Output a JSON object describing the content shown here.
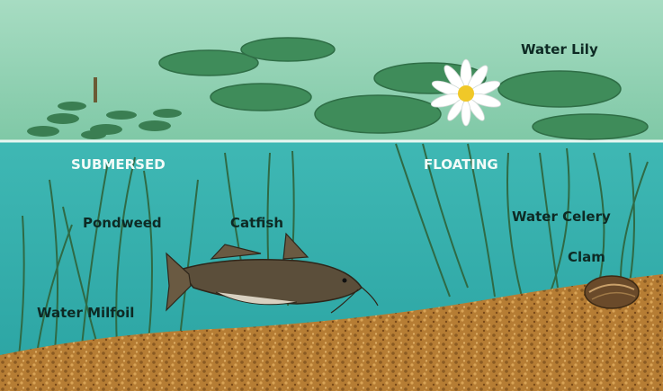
{
  "labels": {
    "water_lily": "Water Lily",
    "submersed": "SUBMERSED",
    "floating": "FLOATING",
    "pondweed": "Pondweed",
    "catfish": "Catfish",
    "water_celery": "Water Celery",
    "clam": "Clam",
    "water_milfoil": "Water Milfoil"
  },
  "colors": {
    "surface_water": "#8fd0ad",
    "deep_water": "#3fb6b4",
    "lily_pad": "#3f8c5a",
    "plant_stems": "#2f6a45",
    "mud": "#b8823a",
    "catfish": "#5b4e3a",
    "lily_flower": "#ffffff",
    "lily_center": "#f0c828"
  }
}
